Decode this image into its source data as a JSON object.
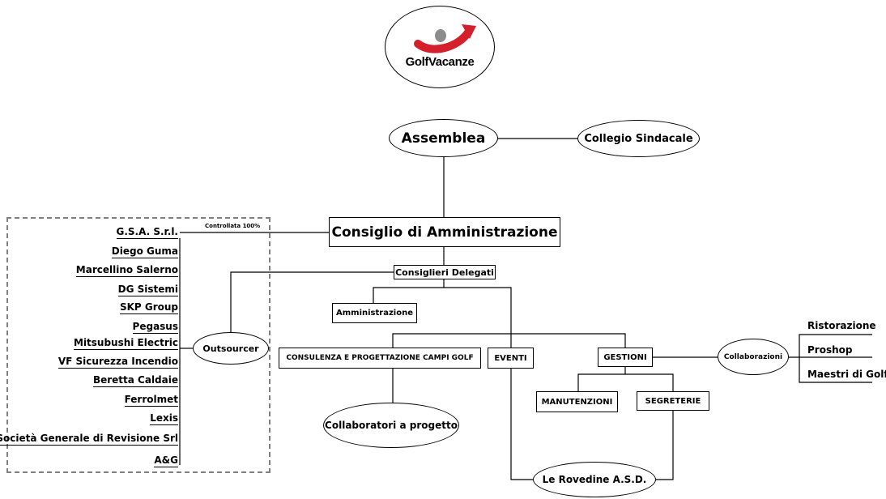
{
  "logo": {
    "text": "GolfVacanze",
    "accent_color": "#d3202b",
    "stone_color": "#8c8c8c"
  },
  "nodes": {
    "assemblea": "Assemblea",
    "collegio": "Collegio Sindacale",
    "consiglio": "Consiglio di Amministrazione",
    "controllata": "Controllata 100%",
    "delegati": "Consiglieri Delegati",
    "amministrazione": "Amministrazione",
    "consulenza": "CONSULENZA E PROGETTAZIONE CAMPI GOLF",
    "eventi": "EVENTI",
    "gestioni": "GESTIONI",
    "collaborazioni": "Collaborazioni",
    "manutenzioni": "MANUTENZIONI",
    "segreterie": "SEGRETERIE",
    "collaboratori": "Collaboratori a progetto",
    "rovedine": "Le Rovedine A.S.D.",
    "outsourcer": "Outsourcer"
  },
  "collaborazioni_items": [
    "Ristorazione",
    "Proshop",
    "Maestri di Golf"
  ],
  "outsourcers": [
    "G.S.A. S.r.l.",
    "Diego Guma",
    "Marcellino Salerno",
    "DG Sistemi",
    "SKP Group",
    "Pegasus",
    "Mitsubushi Electric",
    "VF Sicurezza Incendio",
    "Beretta Caldaie",
    "Ferrolmet",
    "Lexis",
    "Società Generale di Revisione Srl",
    "A&G"
  ]
}
